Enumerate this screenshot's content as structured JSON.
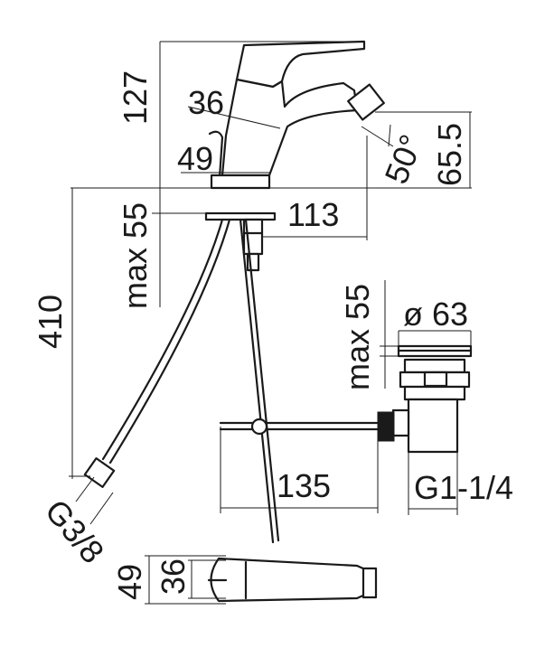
{
  "dimensions": {
    "faucet_height": "127",
    "spout_projection": "36",
    "base_width": "49",
    "swivel_angle": "50°",
    "spout_height": "65.5",
    "max_thickness_faucet": "max 55",
    "reach": "113",
    "hose_length": "410",
    "max_thickness_drain": "max 55",
    "drain_diameter": "ø 63",
    "rod_length": "135",
    "drain_thread": "G1-1/4",
    "hose_thread": "G3/8",
    "plan_width_outer": "49",
    "plan_width_inner": "36"
  },
  "colors": {
    "line": "#1a1a1a",
    "background": "#ffffff"
  }
}
